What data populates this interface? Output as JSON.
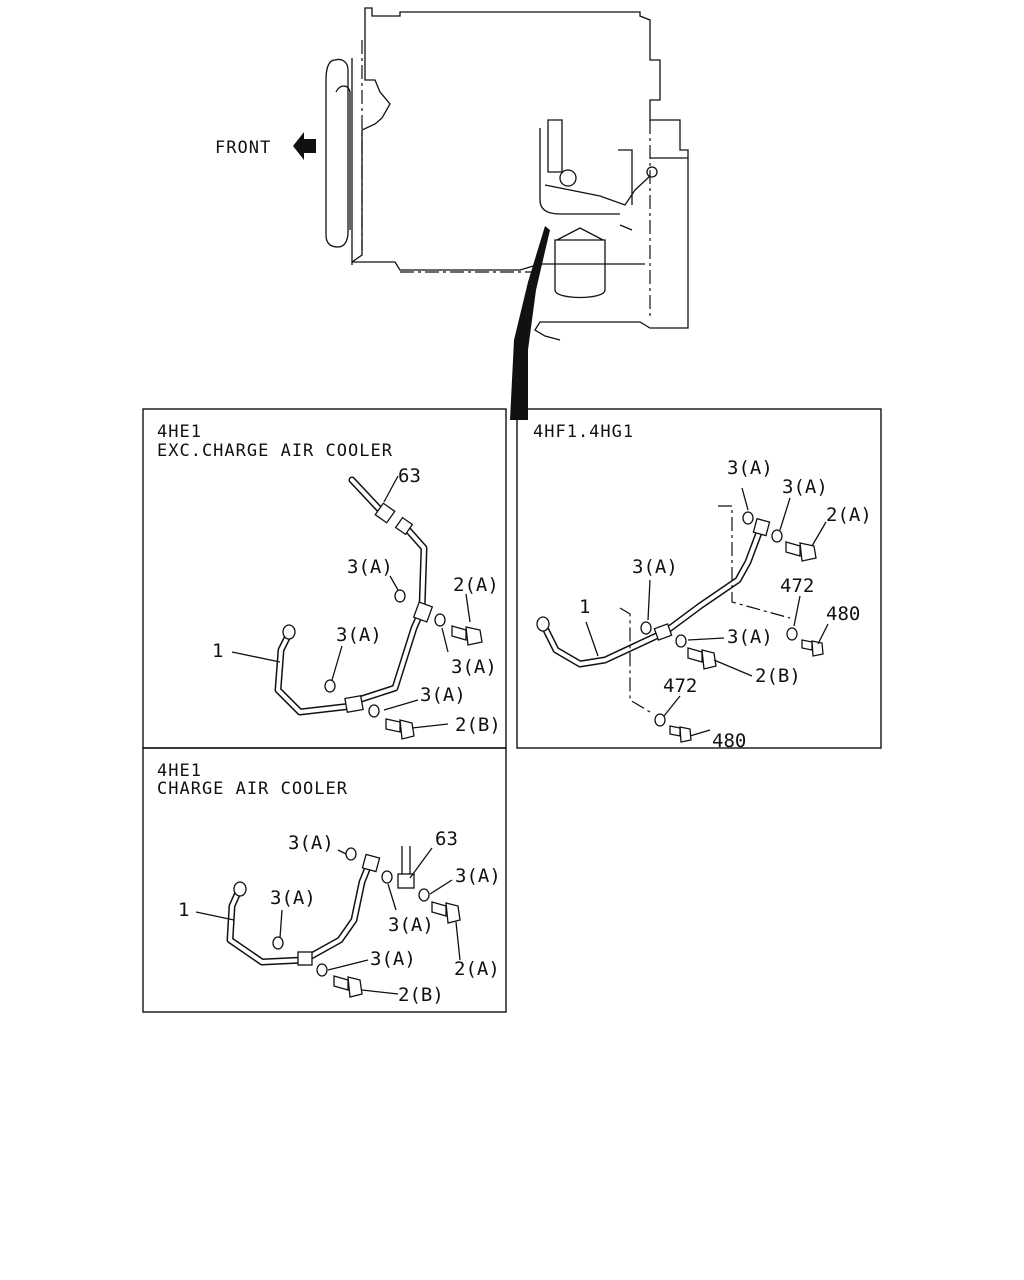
{
  "front_label": "FRONT",
  "panels": {
    "a": {
      "line1": "4HE1",
      "line2": "EXC.CHARGE AIR COOLER",
      "callouts": [
        "63",
        "3(A)",
        "2(A)",
        "1",
        "3(A)",
        "3(A)",
        "3(A)",
        "2(B)"
      ]
    },
    "b": {
      "line1": "4HF1.4HG1",
      "callouts": [
        "3(A)",
        "3(A)",
        "2(A)",
        "3(A)",
        "1",
        "472",
        "480",
        "3(A)",
        "2(B)",
        "472",
        "480"
      ]
    },
    "c": {
      "line1": "4HE1",
      "line2": "CHARGE AIR COOLER",
      "callouts": [
        "3(A)",
        "63",
        "3(A)",
        "1",
        "3(A)",
        "3(A)",
        "3(A)",
        "2(A)",
        "2(B)"
      ]
    }
  }
}
